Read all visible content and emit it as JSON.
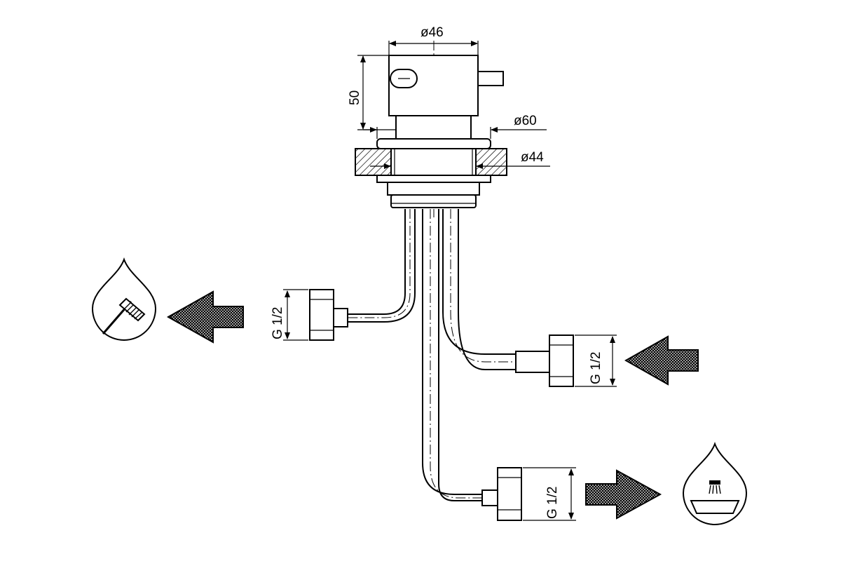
{
  "dimensions": {
    "top_diameter": "ø46",
    "height": "50",
    "flange_diameter": "ø60",
    "hole_diameter": "ø44"
  },
  "connections": {
    "outlet_left": "G 1/2",
    "inlet_right": "G 1/2",
    "outlet_bottom": "G 1/2"
  },
  "symbols": {
    "outlet_left_icon": "water-drop-hand-shower-icon",
    "outlet_bottom_icon": "water-drop-bath-spout-icon"
  },
  "flow": {
    "left_arrow": "outflow",
    "right_arrow": "inflow",
    "bottom_arrow": "outflow"
  }
}
